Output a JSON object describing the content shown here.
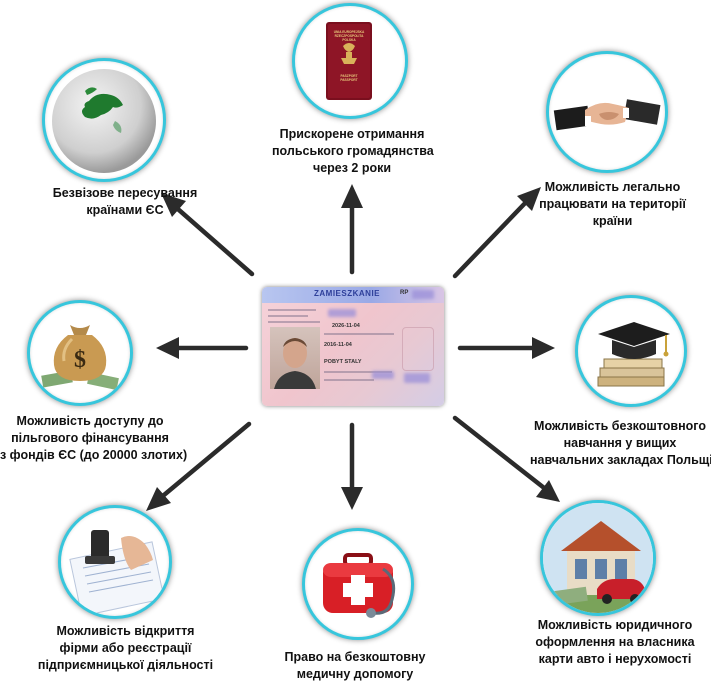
{
  "center_card": {
    "title": "ZAMIESZKANIE",
    "code": "RP",
    "date1": "2026-11-04",
    "date2": "2016-11-04",
    "name": "POBYT STALY"
  },
  "benefits": {
    "citizenship": [
      "Прискорене отримання",
      "польського громадянства",
      "через 2 роки"
    ],
    "visa_free": [
      "Безвізове пересування",
      "країнами ЄС"
    ],
    "work": [
      "Можливість легально",
      "працювати на території",
      "країни"
    ],
    "funding": [
      "Можливість доступу до",
      "пільгового фінансування",
      "з фондів ЄС (до 20000 злотих)"
    ],
    "education": [
      "Можливість безкоштовного",
      "навчання у вищих",
      "навчальних закладах Польщі"
    ],
    "business": [
      "Можливість відкриття",
      "фірми або реєстрації",
      "підприємницької діяльності"
    ],
    "medical": [
      "Право на безкоштовну",
      "медичну допомогу"
    ],
    "property": [
      "Можливість юридичного",
      "оформлення на власника",
      "карти авто і нерухомості"
    ]
  },
  "passport_text": {
    "line1": "UNIA EUROPEJSKA",
    "line2": "RZECZPOSPOLITA",
    "line3": "POLSKA",
    "line4": "PASZPORT",
    "line5": "PASSPORT"
  },
  "colors": {
    "ring": "#37c6dc",
    "arrow": "#2b2b2b"
  }
}
